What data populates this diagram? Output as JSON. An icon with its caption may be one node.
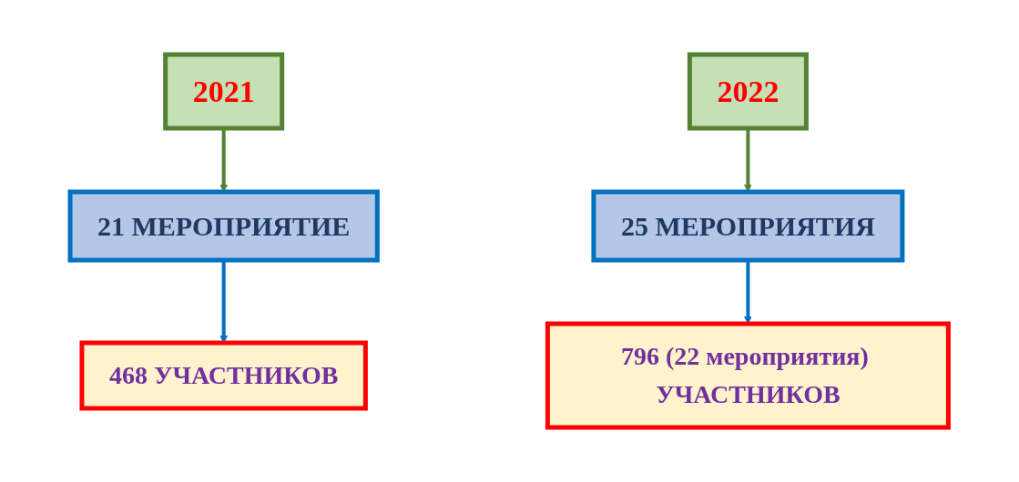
{
  "diagram": {
    "nodes": [
      {
        "text": [
          "2021"
        ]
      },
      {
        "text": [
          "21 МЕРОПРИЯТИЕ"
        ]
      },
      {
        "text": [
          "468 УЧАСТНИКОВ"
        ]
      },
      {
        "text": [
          "2022"
        ]
      },
      {
        "text": [
          "25 МЕРОПРИЯТИЯ"
        ]
      },
      {
        "text": [
          "796 (22 мероприятия) УЧАСТНИКОВ"
        ]
      }
    ],
    "edges": [
      {
        "from": 0,
        "to": 1,
        "arrow": "to",
        "color": "#548235"
      },
      {
        "from": 1,
        "to": 2,
        "arrow": "to",
        "color": "#0070c0"
      },
      {
        "from": 3,
        "to": 4,
        "arrow": "to",
        "color": "#548235"
      },
      {
        "from": 4,
        "to": 5,
        "arrow": "to",
        "color": "#0070c0"
      }
    ]
  }
}
